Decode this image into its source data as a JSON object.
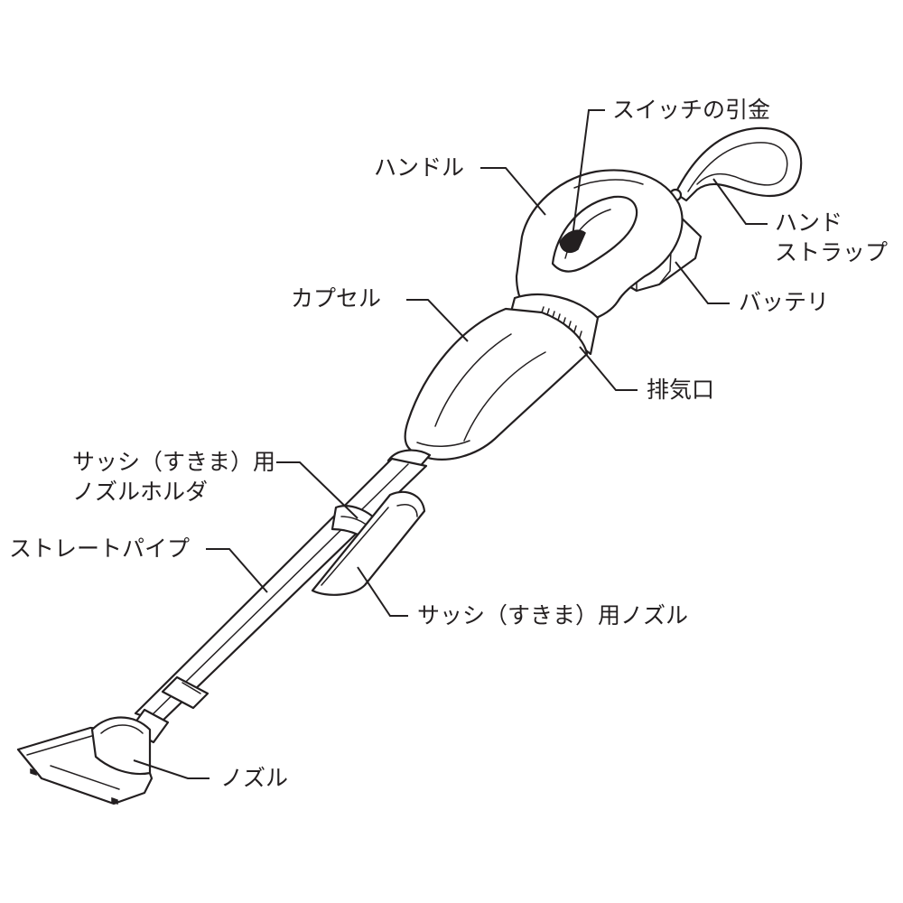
{
  "labels": {
    "switch_trigger": "スイッチの引金",
    "handle": "ハンドル",
    "hand_strap_line1": "ハンド",
    "hand_strap_line2": "ストラップ",
    "battery": "バッテリ",
    "capsule": "カプセル",
    "exhaust_port": "排気口",
    "crevice_holder_line1": "サッシ（すきま）用",
    "crevice_holder_line2": "ノズルホルダ",
    "straight_pipe": "ストレートパイプ",
    "crevice_nozzle": "サッシ（すきま）用ノズル",
    "nozzle": "ノズル"
  }
}
